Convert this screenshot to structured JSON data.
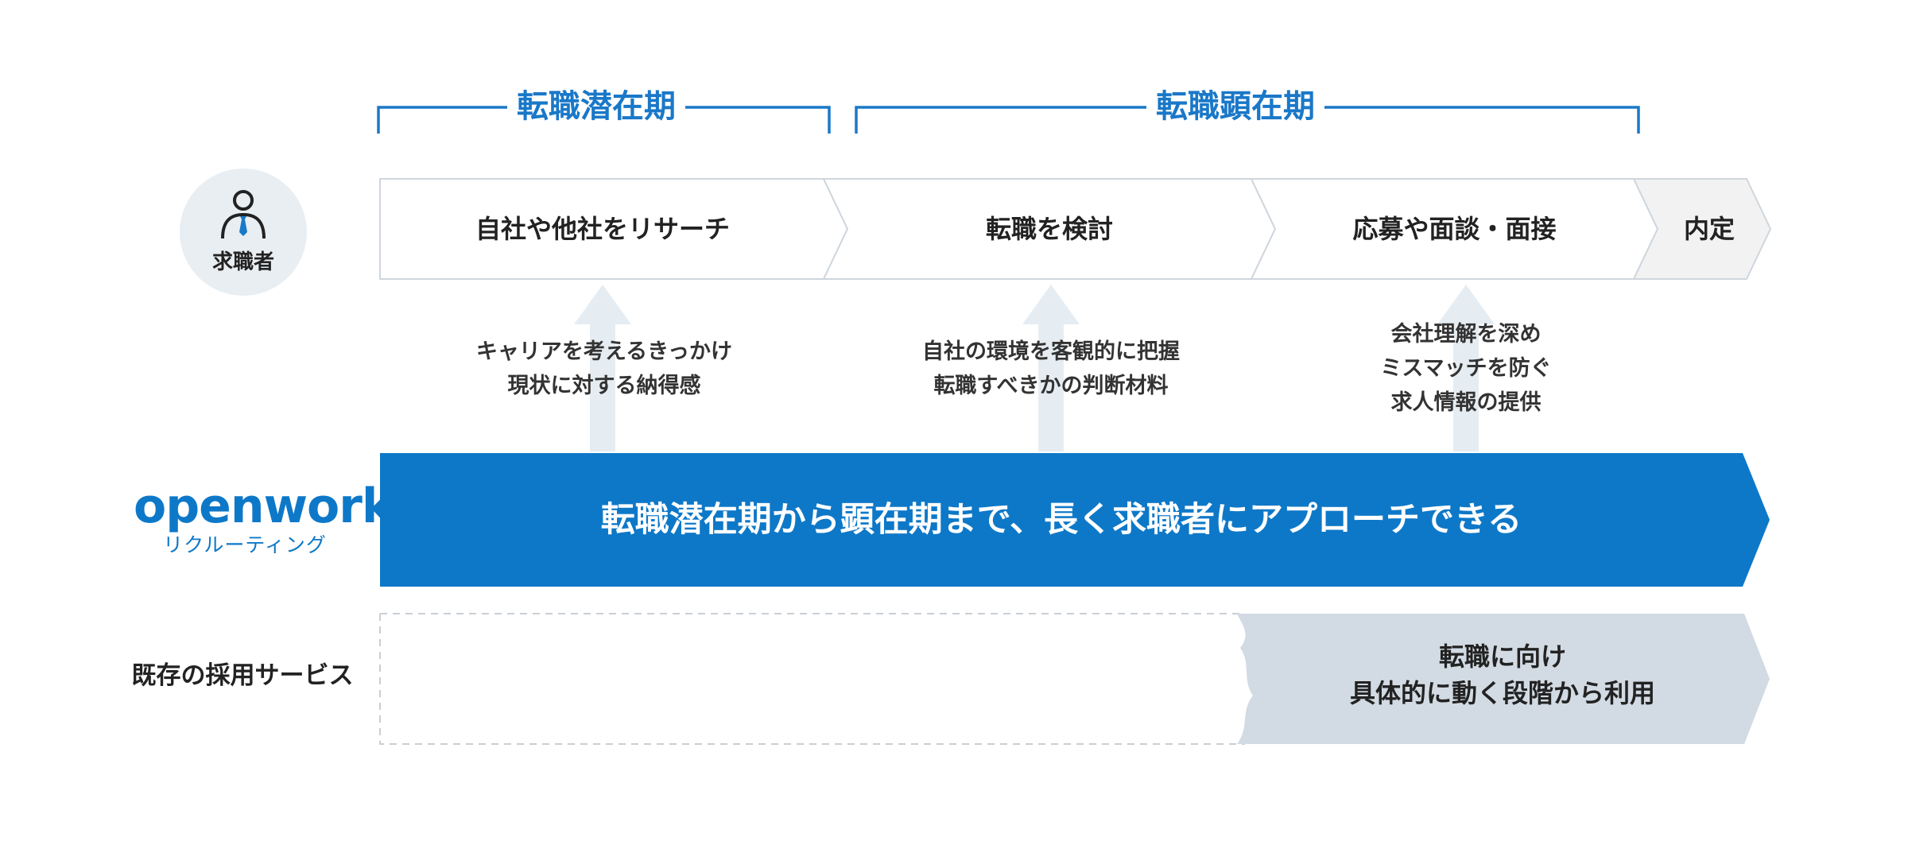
{
  "phases": {
    "latent": "転職潜在期",
    "active": "転職顕在期"
  },
  "seeker": {
    "label": "求職者",
    "icon": "person-icon"
  },
  "steps": [
    "自社や他社をリサーチ",
    "転職を検討",
    "応募や面談・面接",
    "内定"
  ],
  "notes": [
    "キャリアを考えるきっかけ\n現状に対する納得感",
    "自社の環境を客観的に把握\n転職すべきかの判断材料",
    "会社理解を深め\nミスマッチを防ぐ\n求人情報の提供"
  ],
  "brand": {
    "logo": "openwork",
    "sub": "リクルーティング"
  },
  "banner": "転職潜在期から顕在期まで、長く求職者にアプローチできる",
  "existing": {
    "label": "既存の採用サービス",
    "text": "転職に向け\n具体的に動く段階から利用"
  },
  "colors": {
    "brand_blue": "#0e78c8",
    "phase_blue": "#1a78c8",
    "circle_bg": "#e8eef2",
    "arrow_light": "#e6edf2",
    "gray_band": "#d2dae3",
    "final_step_bg": "#f2f2f2",
    "step_border": "#cfd6dc"
  }
}
